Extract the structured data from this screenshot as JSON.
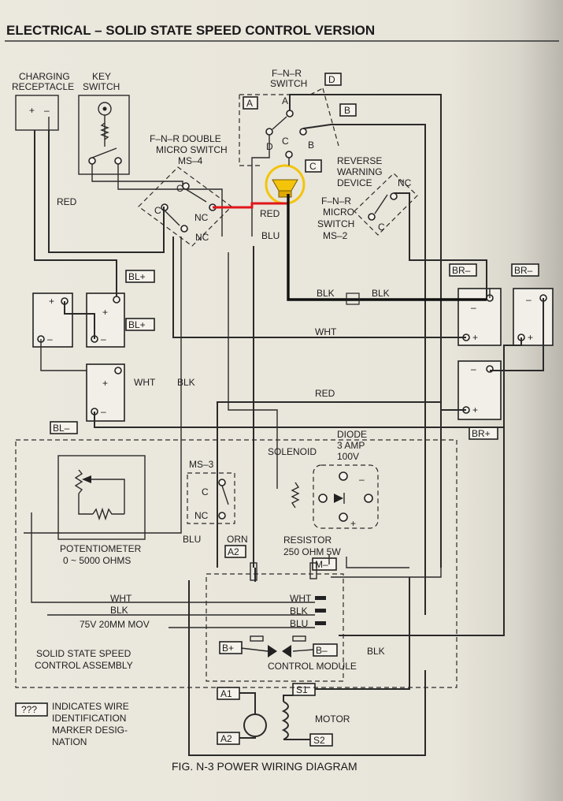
{
  "title": "ELECTRICAL – SOLID STATE SPEED CONTROL VERSION",
  "caption": "FIG. N-3  POWER WIRING DIAGRAM",
  "labels": {
    "charging_receptacle": [
      "CHARGING",
      "RECEPTACLE"
    ],
    "key_switch": [
      "KEY",
      "SWITCH"
    ],
    "fnr_switch": [
      "F–N–R",
      "SWITCH"
    ],
    "fnr_double_micro": [
      "F–N–R DOUBLE",
      "MICRO SWITCH",
      "MS–4"
    ],
    "reverse_warning": [
      "REVERSE",
      "WARNING",
      "DEVICE"
    ],
    "fnr_micro": [
      "F–N–R",
      "MICRO",
      "SWITCH",
      "MS–2"
    ],
    "diode": [
      "DIODE",
      "3 AMP",
      "100V"
    ],
    "solenoid": "SOLENOID",
    "ms3": "MS–3",
    "potentiometer": [
      "POTENTIOMETER",
      "0 ~ 5000 OHMS"
    ],
    "resistor": [
      "RESISTOR",
      "250 OHM 5W"
    ],
    "mov": "75V 20MM MOV",
    "ssc_assembly": [
      "SOLID STATE SPEED",
      "CONTROL ASSEMBLY"
    ],
    "control_module": "CONTROL MODULE",
    "motor": "MOTOR",
    "legend_tag": "???",
    "legend_text": [
      "INDICATES WIRE",
      "IDENTIFICATION",
      "MARKER DESIG-",
      "NATION"
    ]
  },
  "contacts": {
    "A": "A",
    "B": "B",
    "C": "C",
    "D": "D",
    "NC": "NC",
    "plus": "+",
    "minus": "–"
  },
  "tags": {
    "A": "A",
    "B": "B",
    "C": "C",
    "D": "D",
    "BL_plus": "BL+",
    "BL_minus": "BL–",
    "BR_minus": "BR–",
    "BR_plus": "BR+",
    "A1": "A1",
    "A2": "A2",
    "S1": "S1",
    "S2": "S2",
    "M_minus": "M–",
    "B_plus": "B+",
    "B_minus": "B–"
  },
  "wires": {
    "red": "RED",
    "blu": "BLU",
    "blk": "BLK",
    "wht": "WHT",
    "orn": "ORN"
  },
  "colors": {
    "highlight_red": "#e0141a",
    "highlight_black": "#111111",
    "horn_yellow": "#f3c40a"
  }
}
